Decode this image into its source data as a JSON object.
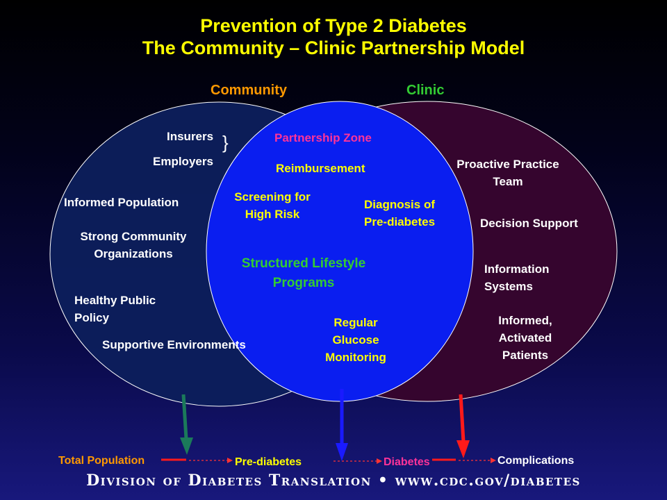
{
  "title": {
    "line1": "Prevention of Type 2 Diabetes",
    "line2": "The Community – Clinic Partnership Model"
  },
  "colors": {
    "title": "#ffff00",
    "community": "#ff9900",
    "clinic": "#33cc33",
    "partnership_zone": "#ff3399",
    "zone_text": "#ffff00",
    "zone_green": "#33cc33",
    "community_circle": "#0d1f5c",
    "clinic_circle": "#35052e",
    "partnership_circle": "#0a1ef0"
  },
  "diagram": {
    "community_header": "Community",
    "clinic_header": "Clinic",
    "partnership_zone": "Partnership Zone",
    "community_items": {
      "insurers": "Insurers",
      "employers": "Employers",
      "brace": "}",
      "informed_population": "Informed Population",
      "strong_community": "Strong Community\nOrganizations",
      "healthy_public_policy": "Healthy Public\nPolicy",
      "supportive_environments": "Supportive Environments"
    },
    "zone_items": {
      "reimbursement": "Reimbursement",
      "screening": "Screening for\nHigh Risk",
      "diagnosis": "Diagnosis of\nPre-diabetes",
      "lifestyle": "Structured Lifestyle\nPrograms",
      "monitoring": "Regular\nGlucose\nMonitoring"
    },
    "clinic_items": {
      "proactive_team": "Proactive Practice\nTeam",
      "decision_support": "Decision Support",
      "information_systems": "Information\nSystems",
      "informed_patients": "Informed,\nActivated\nPatients"
    }
  },
  "progression": {
    "stages": [
      "Total Population",
      "Pre-diabetes",
      "Diabetes",
      "Complications"
    ],
    "arrow_colors": [
      "#1b7a5a",
      "#1a1aff",
      "#ff1a1a"
    ],
    "stage_colors": [
      "#ff9900",
      "#ffff00",
      "#ff3399",
      "#ffffff"
    ]
  },
  "footer": "Division of Diabetes Translation • www.cdc.gov/diabetes"
}
